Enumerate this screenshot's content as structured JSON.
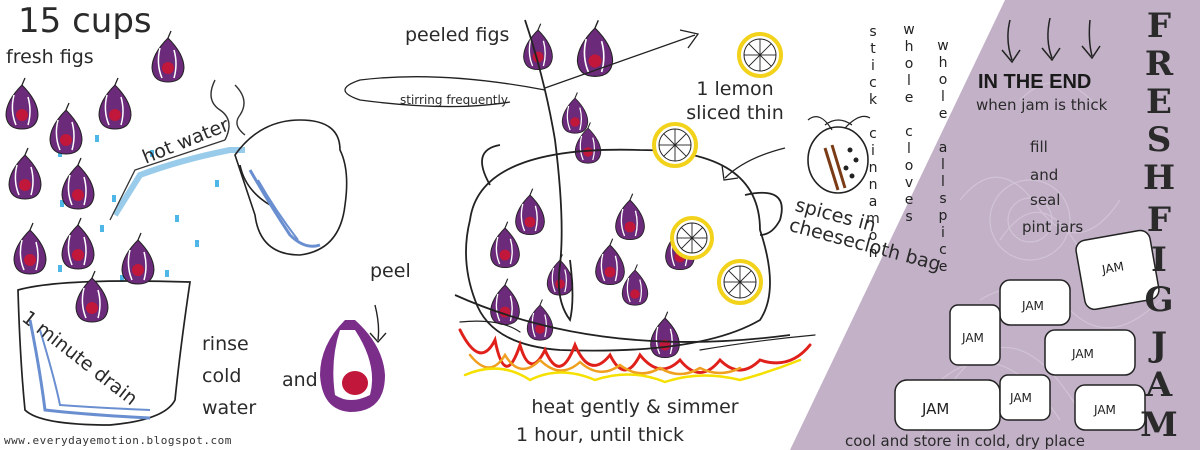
{
  "colors": {
    "fig_purple": "#6b2a7a",
    "fig_red": "#c0173a",
    "water_blue": "#6a8fd0",
    "droplet_blue": "#4fb6e8",
    "lemon_yellow": "#f2d21a",
    "flame_red": "#e0201a",
    "flame_orange": "#f0a020",
    "flame_yellow": "#f5e000",
    "panel_purple": "#b7a3bd"
  },
  "recipe": {
    "title_word_1": "FRESH",
    "title_word_2": "FIG",
    "title_word_3": "JAM",
    "quantity": "15 cups",
    "fresh_figs": "fresh figs",
    "hot_water": "hot water",
    "drain": "1 minute drain",
    "rinse_line1": "rinse",
    "rinse_line2": "cold",
    "rinse_line3": "water",
    "and": "and",
    "peel": "peel",
    "peeled_figs": "peeled figs",
    "stirring": "stirring frequently",
    "lemon_line1": "1 lemon",
    "lemon_line2": "sliced thin",
    "spice_stick": "stick cinnamon",
    "spice_cloves": "whole cloves",
    "spice_allspice": "whole allspice",
    "spices_bag_line1": "spices in",
    "spices_bag_line2": "cheesecloth bag",
    "heat_line1": "heat gently & simmer",
    "heat_line2": "1 hour, until thick",
    "in_the_end": "IN THE END",
    "when_thick": "when jam is thick",
    "fill": "fill",
    "and_seal": "and",
    "seal": "seal",
    "pint_jars": "pint jars",
    "cool_store": "cool and store in cold, dry place",
    "jar_label": "JAM"
  },
  "footer": {
    "url": "www.everydayemotion.blogspot.com"
  }
}
